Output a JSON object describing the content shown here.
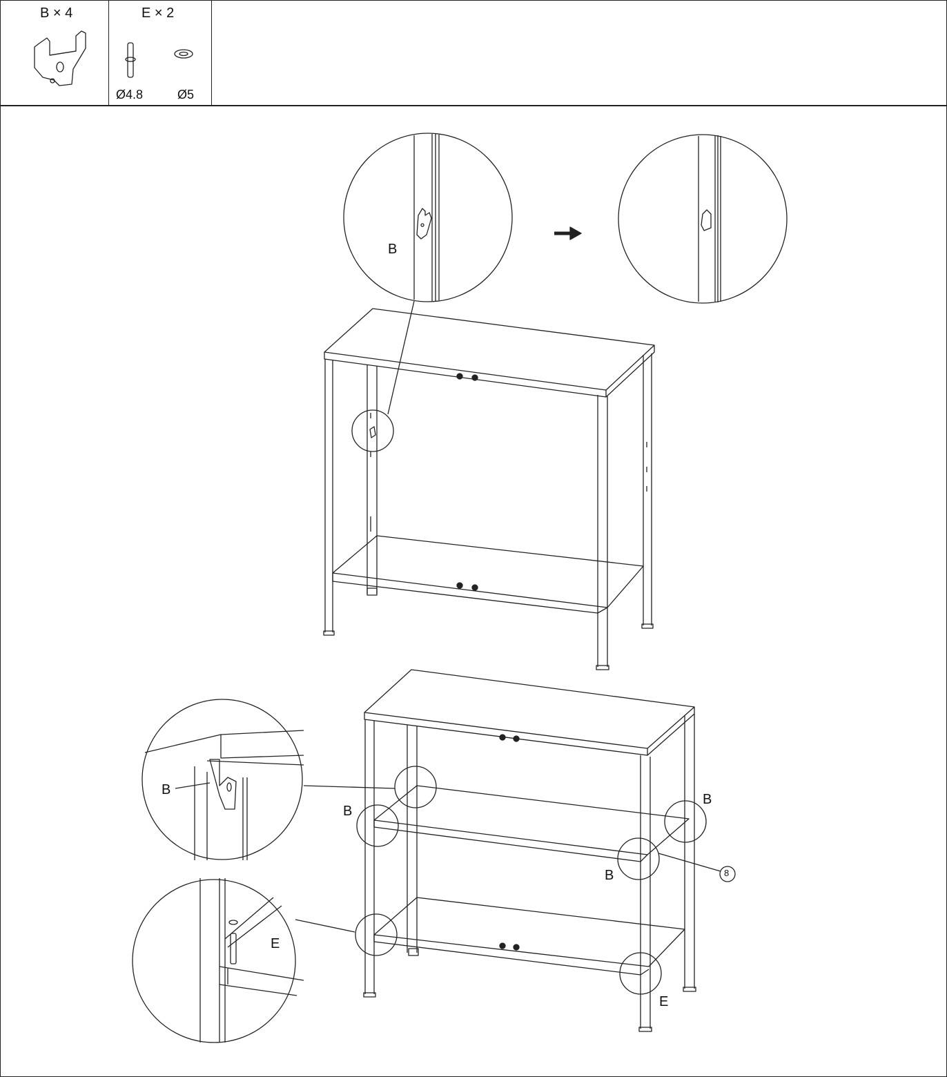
{
  "parts": {
    "b": {
      "label": "B × 4",
      "icon": "bracket-b-icon"
    },
    "e": {
      "label": "E × 2",
      "pin_size": "Ø4.8",
      "washer_size": "Ø5",
      "pin_icon": "pin-icon",
      "washer_icon": "washer-icon"
    }
  },
  "step1": {
    "zoom_before_label": "B",
    "arrow_icon": "arrow-right-icon"
  },
  "step2": {
    "callout_b_label": "B",
    "callout_e_label": "E",
    "frame_labels": [
      "B",
      "B",
      "B",
      "E"
    ],
    "shelf_number": "8"
  }
}
